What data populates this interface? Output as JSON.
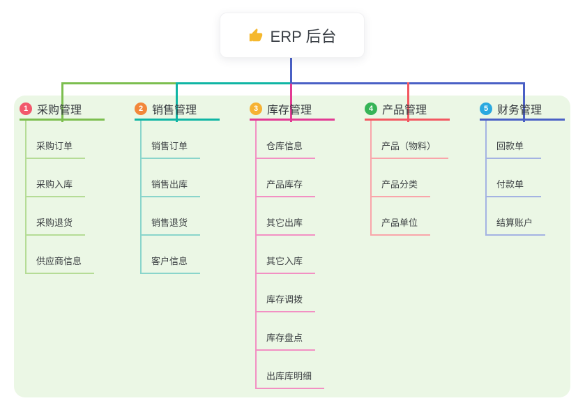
{
  "root": {
    "icon": "thumbs-up",
    "icon_color": "#f5b82e",
    "label": "ERP 后台",
    "line_color": "#4a60c5"
  },
  "panel": {
    "background": "#ebf7e5"
  },
  "branches": [
    {
      "num": "1",
      "title": "采购管理",
      "badge_color": "#f2586c",
      "line_color": "#7cbe4f",
      "child_line_color": "#b5dc96",
      "children": [
        "采购订单",
        "采购入库",
        "采购退货",
        "供应商信息"
      ]
    },
    {
      "num": "2",
      "title": "销售管理",
      "badge_color": "#f2873a",
      "line_color": "#0fb5a4",
      "child_line_color": "#8ad5cb",
      "children": [
        "销售订单",
        "销售出库",
        "销售退货",
        "客户信息"
      ]
    },
    {
      "num": "3",
      "title": "库存管理",
      "badge_color": "#f6b234",
      "line_color": "#e23a93",
      "child_line_color": "#f290c3",
      "children": [
        "仓库信息",
        "产品库存",
        "其它出库",
        "其它入库",
        "库存调拨",
        "库存盘点",
        "出库库明细"
      ]
    },
    {
      "num": "4",
      "title": "产品管理",
      "badge_color": "#36b457",
      "line_color": "#f35861",
      "child_line_color": "#f9a5aa",
      "children": [
        "产品（物料）",
        "产品分类",
        "产品单位"
      ]
    },
    {
      "num": "5",
      "title": "财务管理",
      "badge_color": "#2aa9e0",
      "line_color": "#4a60c5",
      "child_line_color": "#a4b3e2",
      "children": [
        "回款单",
        "付款单",
        "结算账户"
      ]
    }
  ]
}
